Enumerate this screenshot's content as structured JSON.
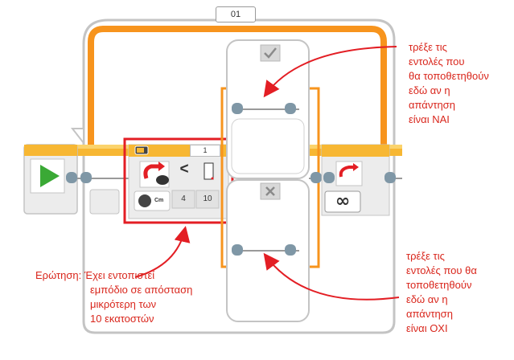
{
  "loop": {
    "label": "01",
    "mode_icon": "infinity-icon",
    "mode_glyph": "∞"
  },
  "switch_block": {
    "port": "1",
    "operator": "<",
    "threshold": "4",
    "distance": "10",
    "unit": "Cm",
    "sensor_icon": "ultrasonic-sensor-icon",
    "mode_icon": "compare-icon",
    "true_case_icon": "check-icon",
    "false_case_icon": "cross-icon"
  },
  "start": {
    "icon": "play-icon"
  },
  "colors": {
    "accent": "#f7941d",
    "highlight": "#e31e24",
    "annotation_text": "#d9261c",
    "play": "#3aa935"
  },
  "annotations": {
    "true_note": [
      "τρέξε τις",
      "εντολές που",
      "θα τοποθετηθούν",
      "εδώ αν η",
      "απάντηση",
      "είναι ΝΑΙ"
    ],
    "false_note": [
      "τρέξε τις",
      "εντολές που θα",
      "τοποθετηθούν",
      "εδώ αν η",
      "απάντηση",
      "είναι ΟΧΙ"
    ],
    "question": [
      "Ερώτηση: Έχει εντοπιστεί",
      "εμπόδιο σε απόσταση",
      "μικρότερη των",
      "10 εκατοστών"
    ]
  }
}
